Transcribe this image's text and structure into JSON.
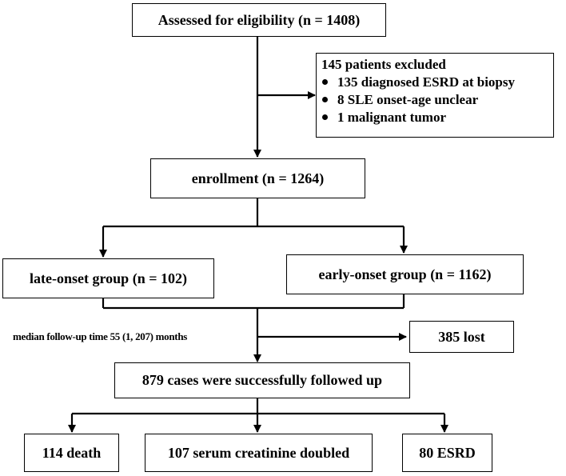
{
  "flowchart": {
    "assessed": "Assessed for eligibility (n = 1408)",
    "excluded": {
      "title": "145 patients excluded",
      "items": [
        "135 diagnosed ESRD at biopsy",
        "8 SLE onset-age unclear",
        "1 malignant tumor"
      ]
    },
    "enrollment": "enrollment (n = 1264)",
    "late_onset": "late-onset group (n = 102)",
    "early_onset": "early-onset group (n = 1162)",
    "follow_up_note": "median follow-up time 55 (1, 207) months",
    "lost": "385 lost",
    "followed": "879 cases were successfully followed up",
    "outcomes": {
      "death": "114  death",
      "creatinine": "107 serum creatinine doubled",
      "esrd": "80 ESRD"
    }
  }
}
